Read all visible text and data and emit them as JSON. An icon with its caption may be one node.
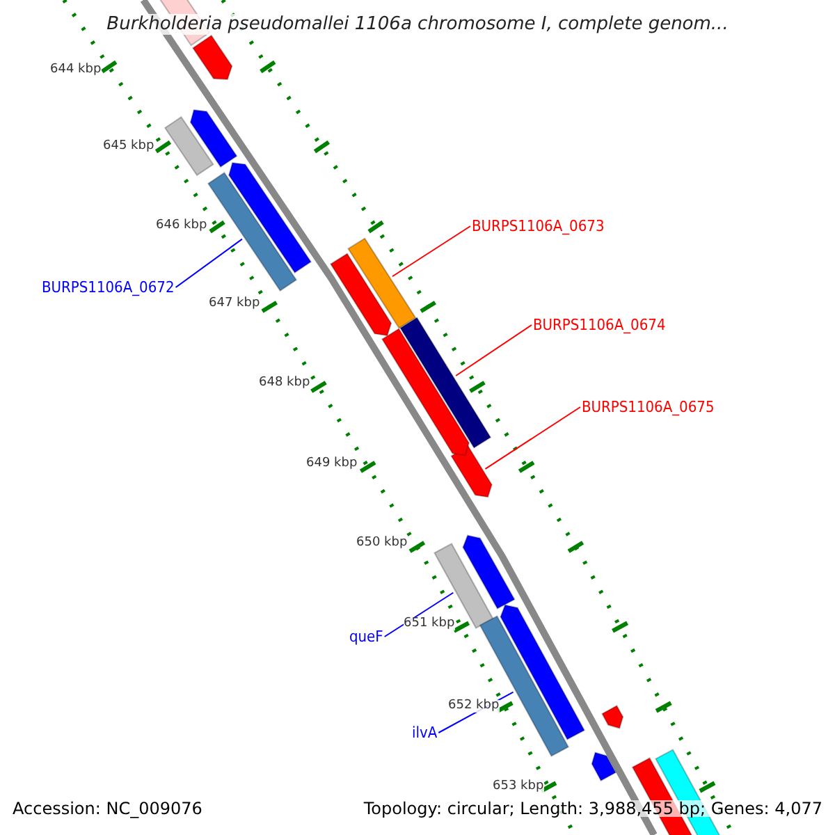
{
  "diagram": {
    "title": "Burkholderia pseudomallei 1106a chromosome I, complete genom...",
    "nodes": [
      {
        "text": [
          "BURPS1106A_0673"
        ]
      },
      {
        "text": [],
        "shape": "bar"
      },
      {
        "text": [
          "BURPS1106A_0674"
        ]
      },
      {
        "text": [],
        "shape": "bar"
      },
      {
        "text": [
          "BURPS1106A_0675"
        ]
      },
      {
        "text": [],
        "shape": "bar"
      },
      {
        "text": [
          "BURPS1106A_0672"
        ]
      },
      {
        "text": [],
        "shape": "bar"
      },
      {
        "text": [
          "queF"
        ]
      },
      {
        "text": [],
        "shape": "bar"
      },
      {
        "text": [
          "ilvA"
        ]
      },
      {
        "text": [],
        "shape": "bar"
      },
      {
        "text": [],
        "shape": "bar"
      },
      {
        "text": [],
        "shape": "bar"
      },
      {
        "text": [],
        "shape": "bar"
      },
      {
        "text": [],
        "shape": "bar"
      },
      {
        "text": [],
        "shape": "bar"
      },
      {
        "text": [],
        "shape": "bar"
      },
      {
        "text": [],
        "shape": "bar"
      },
      {
        "text": [],
        "shape": "bar"
      },
      {
        "text": [],
        "shape": "bar"
      },
      {
        "text": [],
        "shape": "bar"
      },
      {
        "text": [],
        "shape": "bar"
      },
      {
        "text": [],
        "shape": "bar"
      },
      {
        "text": [],
        "shape": "bar"
      }
    ],
    "edges": [
      {
        "from": 0,
        "to": 1,
        "arrow": "none",
        "color": "#ff0000"
      },
      {
        "from": 2,
        "to": 3,
        "arrow": "none",
        "color": "#ff0000"
      },
      {
        "from": 4,
        "to": 5,
        "arrow": "none",
        "color": "#ff0000"
      },
      {
        "from": 6,
        "to": 7,
        "arrow": "none",
        "color": "#0000ff"
      },
      {
        "from": 8,
        "to": 9,
        "arrow": "none",
        "color": "#0000ff"
      },
      {
        "from": 10,
        "to": 11,
        "arrow": "none",
        "color": "#0000ff"
      }
    ],
    "labels": [
      "644 kbp",
      "645 kbp",
      "646 kbp",
      "647 kbp",
      "648 kbp",
      "649 kbp",
      "650 kbp",
      "651 kbp",
      "652 kbp",
      "653 kbp",
      "Accession: NC_009076",
      "Topology: circular; Length: 3,988,455 bp; Genes: 4,077"
    ]
  }
}
